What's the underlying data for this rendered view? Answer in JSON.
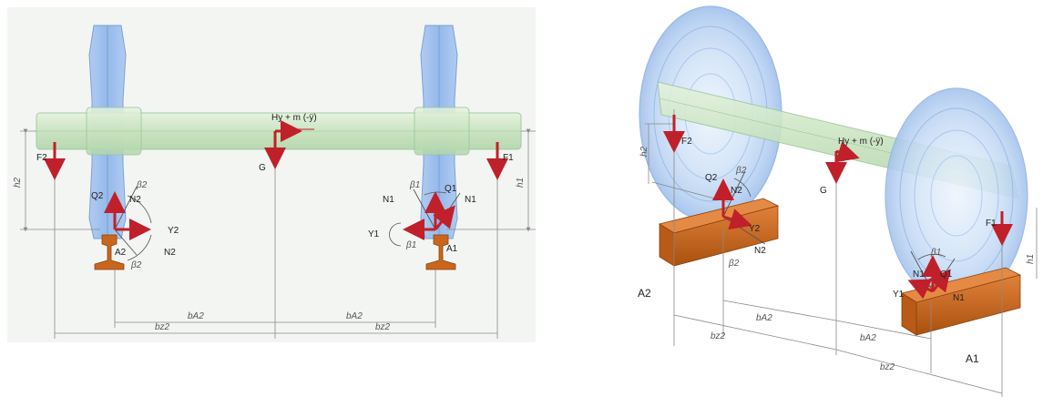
{
  "left": {
    "labels": {
      "hy": "Hy + m (-ÿ)",
      "g": "G",
      "f1": "F1",
      "f2": "F2",
      "h1": "h1",
      "h2": "h2",
      "q1": "Q1",
      "q2": "Q2",
      "n1a": "N1",
      "n1b": "N1",
      "n2a": "N2",
      "n2b": "N2",
      "b1a": "β1",
      "b1b": "β1",
      "b2a": "β2",
      "b2b": "β2",
      "y1": "Y1",
      "y2": "Y2",
      "a1": "A1",
      "a2": "A2",
      "ba2_left": "bA2",
      "ba2_right": "bA2",
      "bz2_left": "bz2",
      "bz2_right": "bz2"
    }
  },
  "right": {
    "labels": {
      "hy": "Hy + m (-ÿ)",
      "g": "G",
      "f1": "F1",
      "f2": "F2",
      "h1": "h1",
      "h2": "h2",
      "q1": "Q1",
      "q2": "Q2",
      "n1a": "N1",
      "n1b": "N1",
      "n2a": "N2",
      "n2b": "N2",
      "b1": "β1",
      "b2a": "β2",
      "b2b": "β2",
      "y1": "Y1",
      "y2": "Y2",
      "a1": "A1",
      "a2": "A2",
      "ba2_left": "bA2",
      "ba2_right": "bA2",
      "bz2_left": "bz2",
      "bz2_right": "bz2"
    }
  },
  "colors": {
    "axle": "#cfe8c8",
    "axle_stroke": "#9cc79a",
    "wheel": "#9dc0ef",
    "wheel_stroke": "#6f97d6",
    "rail": "#c9661c",
    "force": "#c0202a"
  }
}
